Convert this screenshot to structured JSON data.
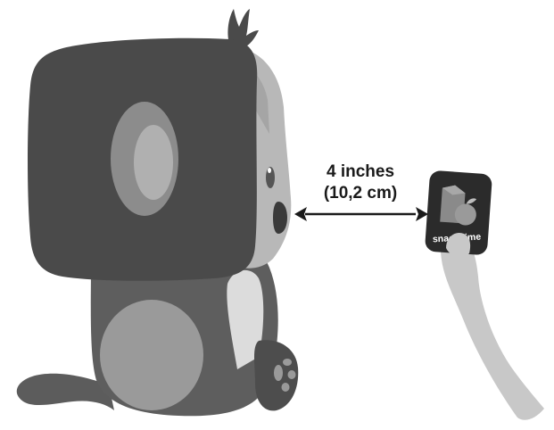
{
  "distance": {
    "line1": "4 inches",
    "line2": "(10,2 cm)"
  },
  "card": {
    "label": "snack time",
    "icon": "milk-carton-and-apple-icon"
  },
  "colors": {
    "head_dark": "#4a4a4a",
    "body_mid": "#5e5e5e",
    "face_light": "#b4b4b4",
    "arm_light": "#c8c8c8",
    "card_dark": "#2b2b2b",
    "arrow": "#1a1a1a"
  }
}
